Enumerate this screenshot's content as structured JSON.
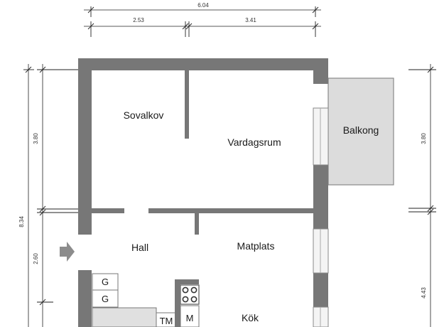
{
  "dimensions": {
    "top_total": "6.04",
    "top_left": "2.53",
    "top_right": "3.41",
    "left_total": "8.34",
    "left_upper": "3.80",
    "left_lower": "2.60",
    "right_upper": "3.80",
    "right_lower": "4.43"
  },
  "rooms": {
    "sovalkov": "Sovalkov",
    "vardagsrum": "Vardagsrum",
    "balkong": "Balkong",
    "hall": "Hall",
    "matplats": "Matplats",
    "kok": "Kök"
  },
  "fixtures": {
    "g1": "G",
    "g2": "G",
    "tm": "TM",
    "m": "M"
  },
  "colors": {
    "wall": "#777777",
    "balcony_fill": "#dcdcdc",
    "counter_fill": "#e0e0e0",
    "window_fill": "#f4f4f4",
    "entry_arrow": "#8c8c8c"
  },
  "icons": {
    "entrance": "entrance-arrow-icon",
    "stove": "stove-icon"
  }
}
